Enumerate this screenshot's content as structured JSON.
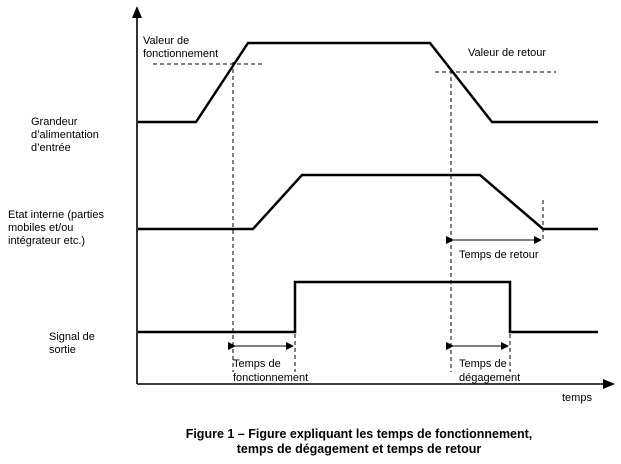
{
  "labels": {
    "valeur_fonctionnement": [
      "Valeur de",
      "fonctionnement"
    ],
    "valeur_retour": "Valeur de retour",
    "grandeur": [
      "Grandeur",
      "d’alimentation",
      "d’entrée"
    ],
    "etat_interne": [
      "Etat interne (parties",
      "mobiles et/ou",
      "intégrateur etc.)"
    ],
    "signal": [
      "Signal de",
      "sortie"
    ],
    "temps_retour": "Temps de retour",
    "temps_fonctionnement": [
      "Temps de",
      "fonctionnement"
    ],
    "temps_degagement": [
      "Temps de",
      "dégagement"
    ],
    "temps_axis": "temps"
  },
  "caption": {
    "line1": "Figure 1 – Figure expliquant les temps de fonctionnement,",
    "line2": "temps de dégagement et temps de retour"
  },
  "colors": {
    "ink": "#000000",
    "background": "#ffffff"
  }
}
